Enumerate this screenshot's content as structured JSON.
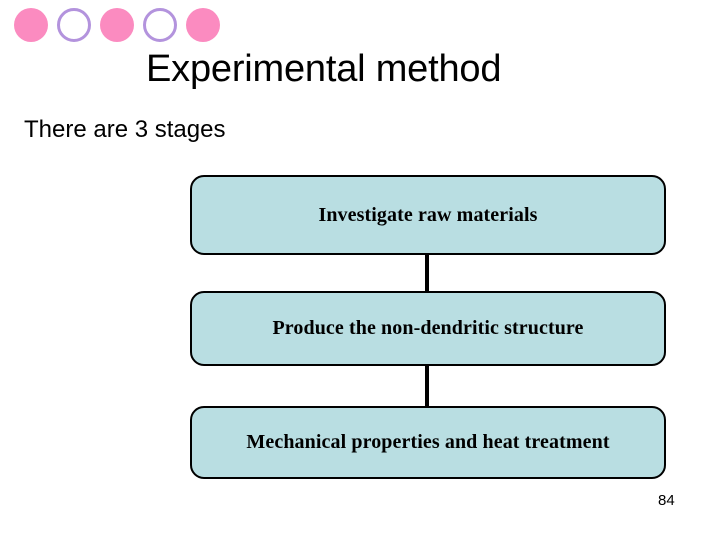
{
  "slide": {
    "title": "Experimental method",
    "subtitle": "There are 3 stages",
    "page_number": "84"
  },
  "decoration": {
    "circles": [
      {
        "name": "circle-1",
        "style": "filled",
        "color": "#FB8BC0"
      },
      {
        "name": "circle-2",
        "style": "outlined",
        "color": "#B393DD"
      },
      {
        "name": "circle-3",
        "style": "filled",
        "color": "#FB8BC0"
      },
      {
        "name": "circle-4",
        "style": "outlined",
        "color": "#B393DD"
      },
      {
        "name": "circle-5",
        "style": "filled",
        "color": "#FB8BC0"
      }
    ]
  },
  "flow": {
    "box_fill_color": "#B9DEE2",
    "box_border_color": "#000000",
    "connector_color": "#000000",
    "boxes": [
      {
        "label": "Investigate raw materials"
      },
      {
        "label": "Produce the non-dendritic structure"
      },
      {
        "label": "Mechanical properties and heat treatment"
      }
    ]
  }
}
